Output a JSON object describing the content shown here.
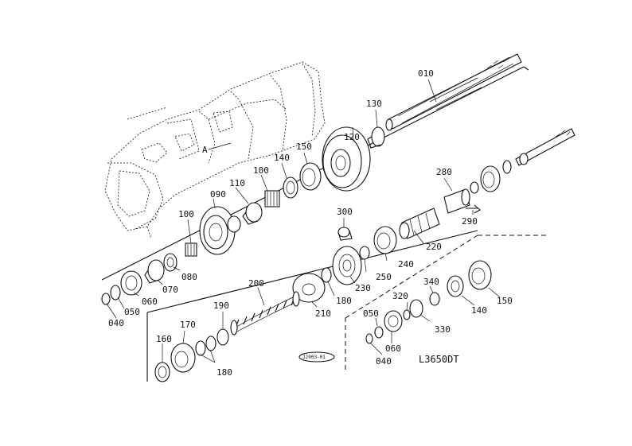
{
  "diagram": {
    "model": "L3650DT",
    "reference_code": "J2003-01",
    "housing_marker": "A",
    "callouts": [
      {
        "id": "010",
        "label": "010"
      },
      {
        "id": "130",
        "label": "130"
      },
      {
        "id": "120",
        "label": "120"
      },
      {
        "id": "150a",
        "label": "150"
      },
      {
        "id": "140a",
        "label": "140"
      },
      {
        "id": "100a",
        "label": "100"
      },
      {
        "id": "110",
        "label": "110"
      },
      {
        "id": "090",
        "label": "090"
      },
      {
        "id": "100b",
        "label": "100"
      },
      {
        "id": "080",
        "label": "080"
      },
      {
        "id": "070",
        "label": "070"
      },
      {
        "id": "060a",
        "label": "060"
      },
      {
        "id": "050a",
        "label": "050"
      },
      {
        "id": "040a",
        "label": "040"
      },
      {
        "id": "280",
        "label": "280"
      },
      {
        "id": "290",
        "label": "290"
      },
      {
        "id": "300",
        "label": "300"
      },
      {
        "id": "220",
        "label": "220"
      },
      {
        "id": "240",
        "label": "240"
      },
      {
        "id": "250",
        "label": "250"
      },
      {
        "id": "230",
        "label": "230"
      },
      {
        "id": "200",
        "label": "200"
      },
      {
        "id": "210",
        "label": "210"
      },
      {
        "id": "180a",
        "label": "180"
      },
      {
        "id": "190",
        "label": "190"
      },
      {
        "id": "170",
        "label": "170"
      },
      {
        "id": "160",
        "label": "160"
      },
      {
        "id": "180b",
        "label": "180"
      },
      {
        "id": "340",
        "label": "340"
      },
      {
        "id": "320",
        "label": "320"
      },
      {
        "id": "330",
        "label": "330"
      },
      {
        "id": "050b",
        "label": "050"
      },
      {
        "id": "060b",
        "label": "060"
      },
      {
        "id": "040b",
        "label": "040"
      },
      {
        "id": "140b",
        "label": "140"
      },
      {
        "id": "150b",
        "label": "150"
      }
    ]
  }
}
